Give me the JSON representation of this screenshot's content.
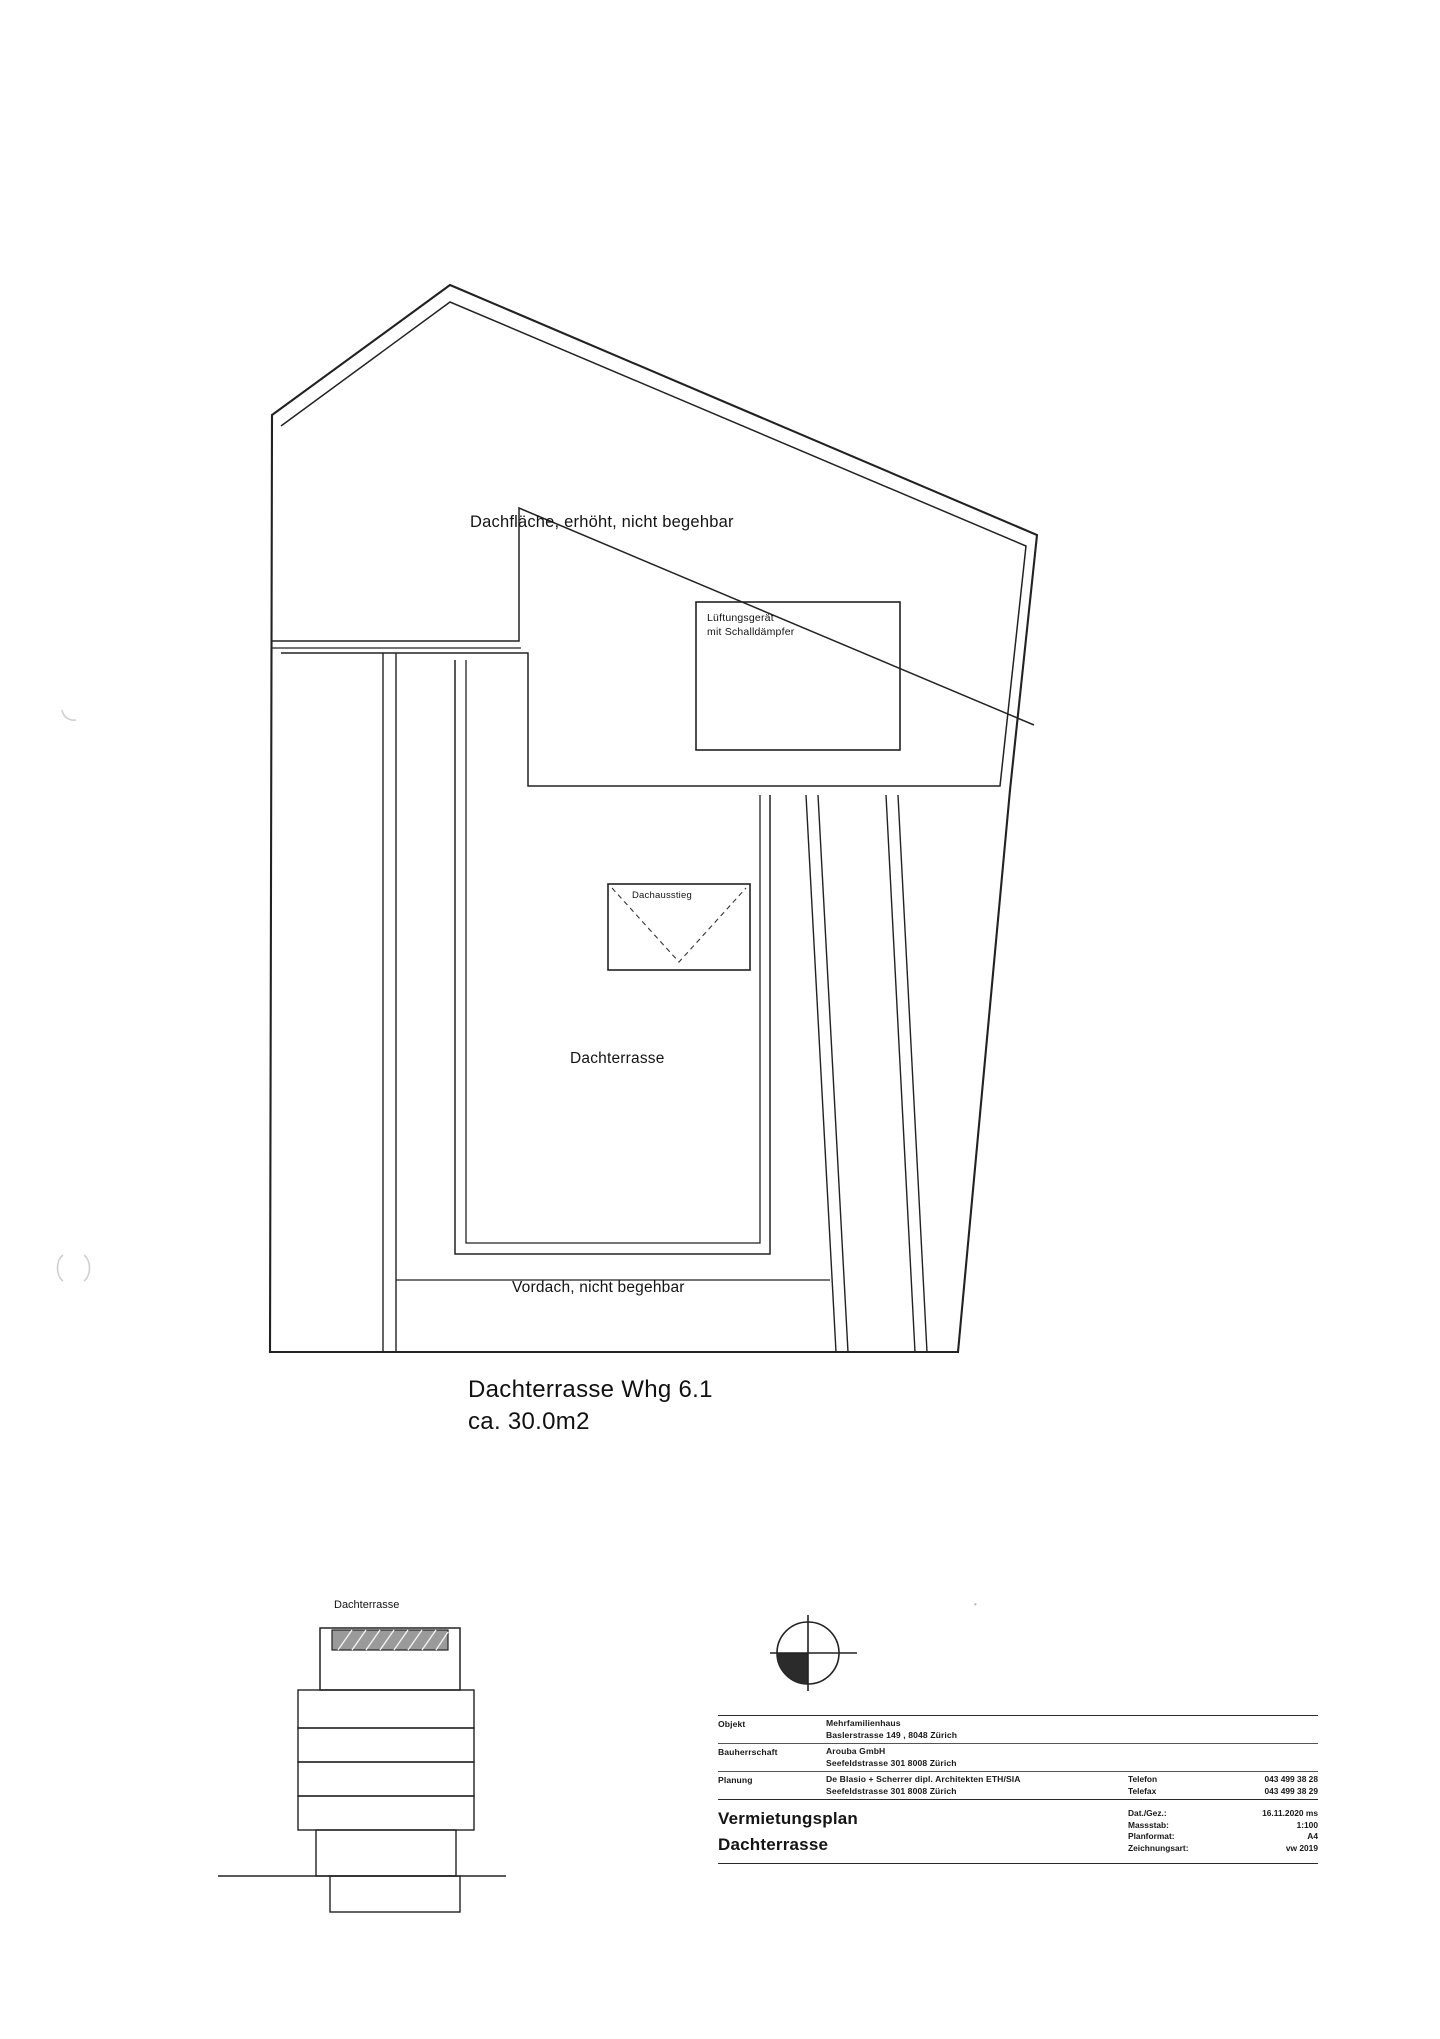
{
  "document": {
    "kind": "architectural-roof-plan",
    "sheet_format": "A4",
    "title": "Vermietungsplan",
    "subtitle": "Dachterrasse"
  },
  "plan": {
    "labels": {
      "roof_area": "Dachfläche, erhöht, nicht begehbar",
      "ventilation_line1": "Lüftungsgerät",
      "ventilation_line2": "mit Schalldämpfer",
      "roof_hatch": "Dachausstieg",
      "terrace": "Dachterrasse",
      "canopy": "Vordach, nicht begehbar"
    },
    "caption_line1": "Dachterrasse Whg 6.1",
    "caption_line2": "ca. 30.0m2"
  },
  "key_section": {
    "label": "Dachterrasse"
  },
  "north_arrow": {
    "name": "north-arrow"
  },
  "title_block": {
    "rows": [
      {
        "key": "Objekt",
        "value_line1": "Mehrfamilienhaus",
        "value_line2": "Baslerstrasse 149 , 8048 Zürich"
      },
      {
        "key": "Bauherrschaft",
        "value_line1": "Arouba GmbH",
        "value_line2": "Seefeldstrasse 301  8008 Zürich"
      },
      {
        "key": "Planung",
        "value_line1": "De Blasio + Scherrer dipl. Architekten ETH/SIA",
        "value_line2": "Seefeldstrasse 301  8008 Zürich"
      }
    ],
    "contact": {
      "key1": "Telefon",
      "val1": "043 499 38 28",
      "key2": "Telefax",
      "val2": "043 499 38 29"
    },
    "meta": {
      "key1": "Dat./Gez.:",
      "val1": "16.11.2020 ms",
      "key2": "Massstab:",
      "val2": "1:100",
      "key3": "Planformat:",
      "val3": "A4",
      "key4": "Zeichnungsart:",
      "val4": "vw 2019"
    }
  }
}
